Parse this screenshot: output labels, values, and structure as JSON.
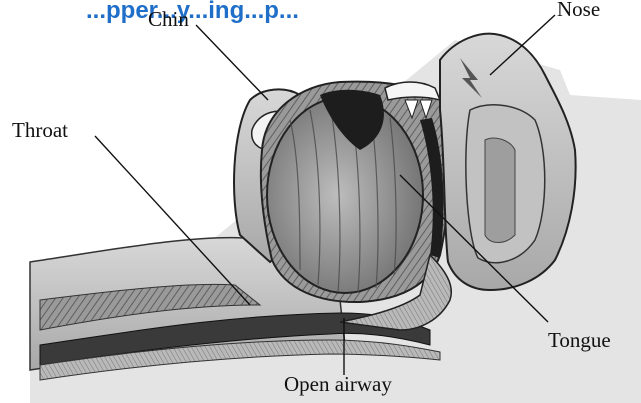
{
  "title": "...pper...y...ing...p...",
  "labels": {
    "chin": "Chin",
    "nose": "Nose",
    "throat": "Throat",
    "tongue": "Tongue",
    "open_airway": "Open airway"
  }
}
